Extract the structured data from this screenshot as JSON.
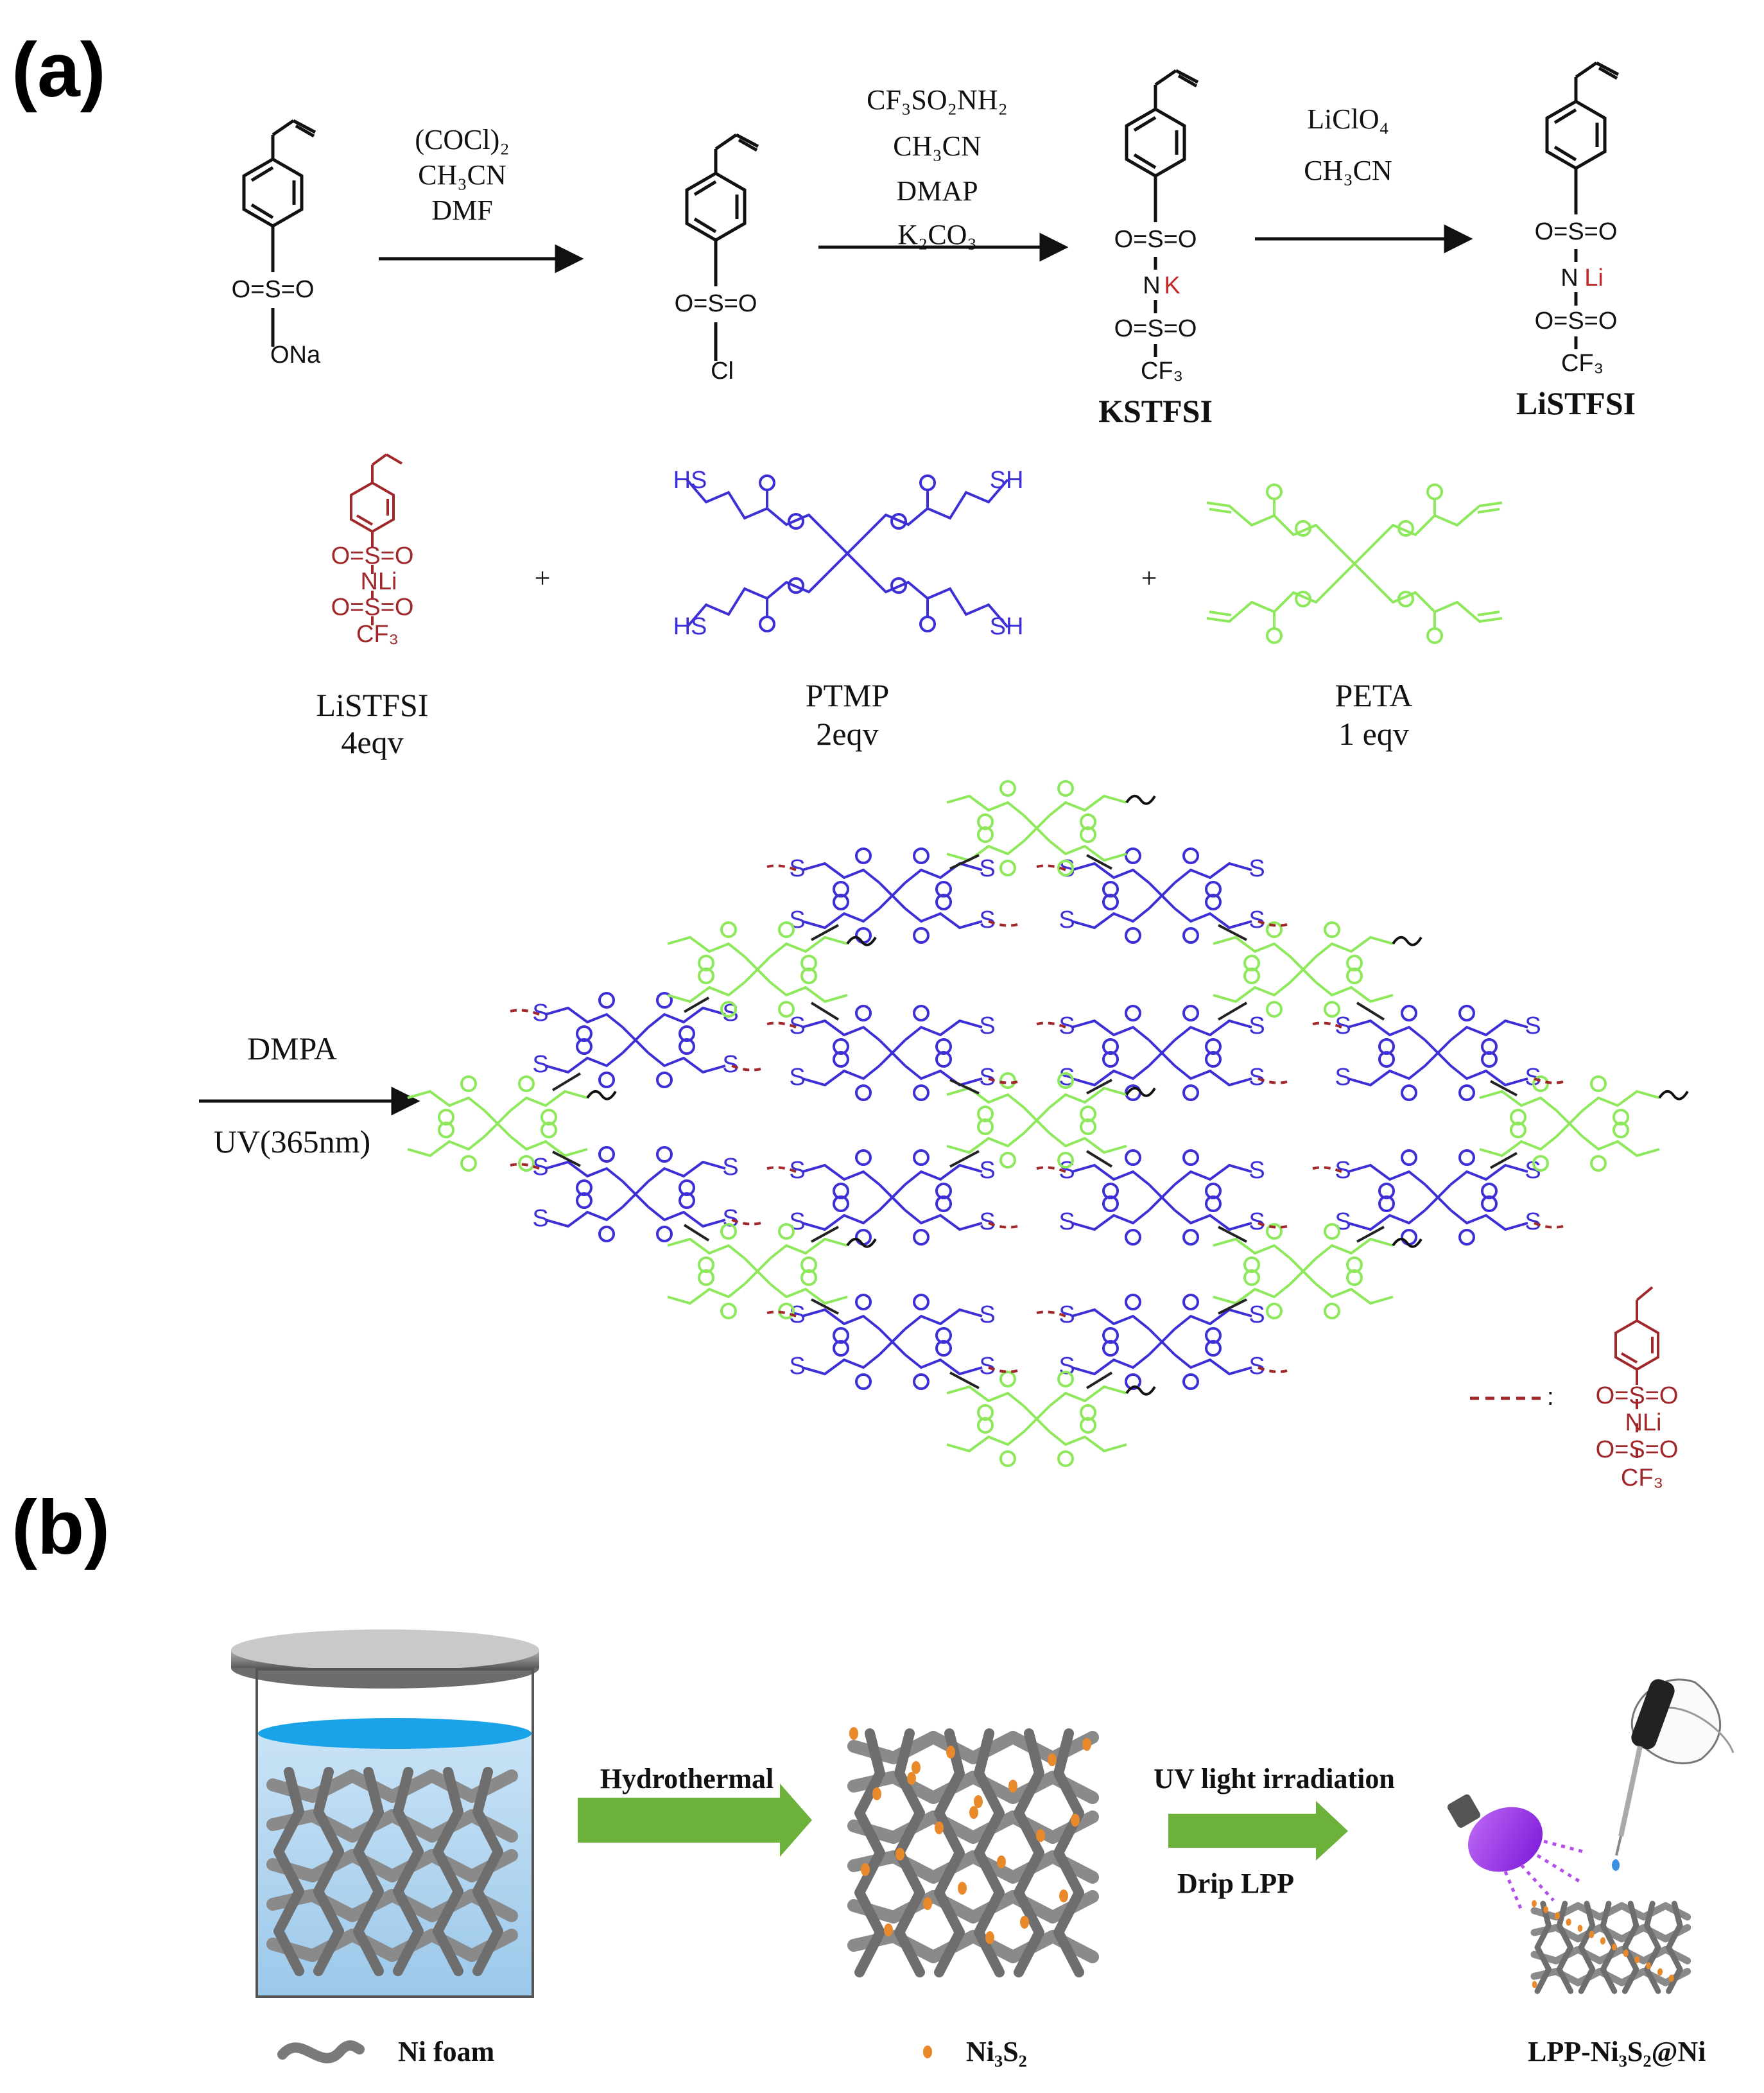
{
  "panel_a": {
    "label": "(a)",
    "step1": [
      "(COCl)₂",
      "CH₃CN",
      "DMF"
    ],
    "step2": [
      "CF₃SO₂NH₂",
      "CH₃CN",
      "DMAP",
      "K₂CO₃"
    ],
    "step3": [
      "LiClO₄",
      "CH₃CN"
    ],
    "start_group": "ONa",
    "chloride_group": "Cl",
    "k_salt_name": "KSTFSI",
    "li_salt_name": "LiSTFSI",
    "atoms": {
      "sulfonyl": "O=S=O",
      "cf3": "CF₃",
      "nk_n": "N",
      "nk_k": "K",
      "nli_n": "N",
      "nli_li": "Li",
      "sh": "SH",
      "hs": "HS",
      "nli_small": "NLi",
      "s": "S",
      "o": "O"
    },
    "plus": "+",
    "monomers": [
      {
        "name": "LiSTFSI",
        "amount": "4eqv",
        "color": "#a0282a"
      },
      {
        "name": "PTMP",
        "amount": "2eqv",
        "color": "#3d2fd6"
      },
      {
        "name": "PETA",
        "amount": "1 eqv",
        "color": "#8ee85c"
      }
    ],
    "polymerization": [
      "DMPA",
      "UV(365nm)"
    ],
    "legend_separator": ":"
  },
  "panel_b": {
    "label": "(b)",
    "arrow1": "Hydrothermal",
    "arrow2_top": "UV light irradiation",
    "arrow2_bottom": "Drip LPP",
    "legend": [
      "Ni foam",
      "Ni₃S₂",
      "LPP-Ni₃S₂@Ni"
    ]
  },
  "colors": {
    "listfsi": "#a0282a",
    "ptmp": "#3d2fd6",
    "peta": "#8ee85c",
    "k": "#c0282a",
    "arrow_green": "#6cb13a",
    "ni3s2": "#e8892c",
    "foam": "#8a8a8a"
  }
}
